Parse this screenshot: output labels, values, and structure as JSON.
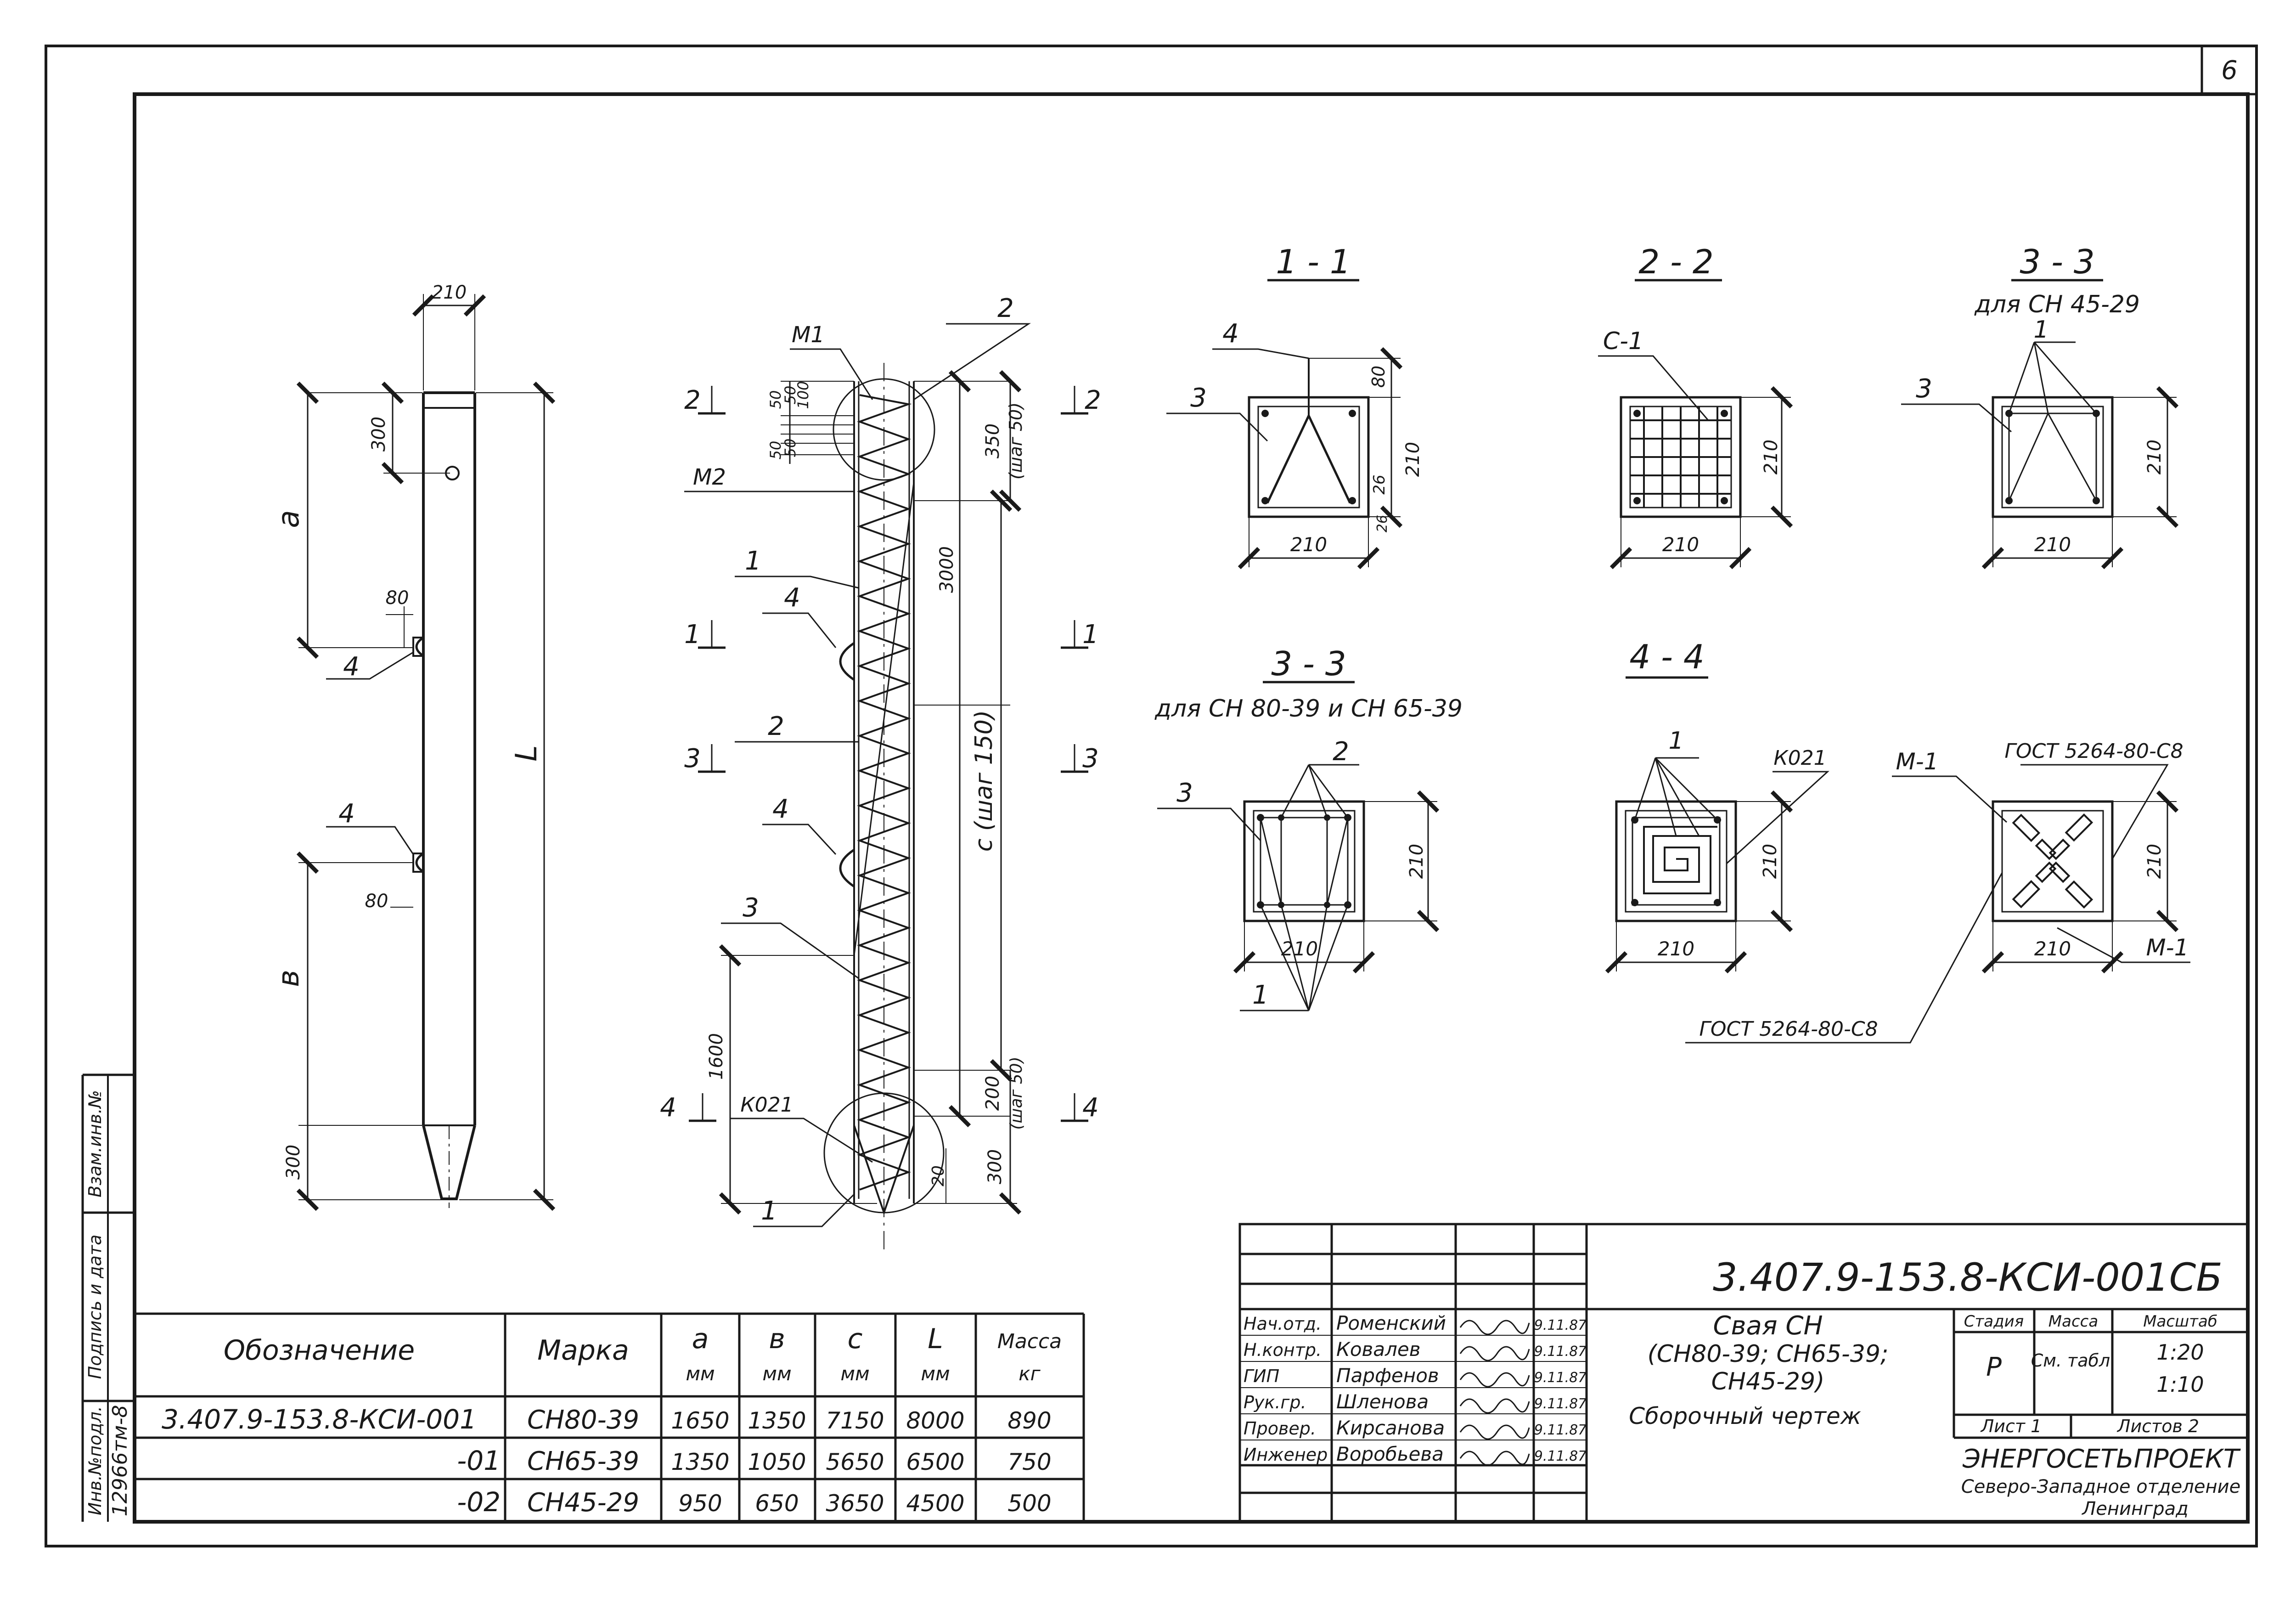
{
  "sheet": {
    "page_number": "6",
    "sections": {
      "s11": {
        "title": "1 - 1"
      },
      "s22": {
        "title": "2 - 2"
      },
      "s33a": {
        "title": "3 - 3",
        "subtitle": "для СН 45-29"
      },
      "s33b": {
        "title": "3 - 3",
        "subtitle": "для СН 80-39 и СН 65-39"
      },
      "s44": {
        "title": "4 - 4"
      }
    },
    "elevation": {
      "dim_width": "210",
      "dim_top": "300",
      "dim_a": "a",
      "dim_b": "в",
      "dim_L": "L",
      "dim_80_top": "80",
      "dim_80_bot": "80",
      "dim_300_tip": "300",
      "mark_4_top": "4",
      "mark_4_bot": "4"
    },
    "reinforcement": {
      "label_M1": "М1",
      "label_M2": "М2",
      "label_K021": "К021",
      "pos_1_top": "1",
      "pos_1_bot": "1",
      "pos_2_top": "2",
      "pos_2_mid": "2",
      "pos_3": "3",
      "pos_4_top": "4",
      "pos_4_mid": "4",
      "dims_top_stack": [
        "50",
        "50",
        "100",
        "50",
        "50"
      ],
      "dim_350": "350",
      "dim_step50_top": "(шаг 50)",
      "dim_3000": "3000",
      "dim_c_step150": "с (шаг 150)",
      "dim_1600": "1600",
      "dim_200": "200",
      "dim_step50_bot": "(шаг 50)",
      "dim_300": "300",
      "dim_20": "20",
      "cut_labels": [
        "2",
        "2",
        "1",
        "1",
        "3",
        "3",
        "4",
        "4"
      ]
    },
    "section_labels": {
      "s11_pos4": "4",
      "s11_pos3": "3",
      "s11_dim_80": "80",
      "s11_dim_26": "26",
      "s11_dim_26b": "26",
      "s11_dim_210v": "210",
      "s11_dim_210h": "210",
      "s22_c1": "С-1",
      "s22_dim_210v": "210",
      "s22_dim_210h": "210",
      "s33a_pos1": "1",
      "s33a_pos3": "3",
      "s33a_dim_210v": "210",
      "s33a_dim_210h": "210",
      "s33b_pos2": "2",
      "s33b_pos3": "3",
      "s33b_pos1": "1",
      "s33b_dim_210v": "210",
      "s33b_dim_210h": "210",
      "s44_pos1": "1",
      "s44_k021": "К021",
      "s44_dim_210v": "210",
      "s44_dim_210h": "210",
      "s5_m1_top": "М-1",
      "s5_m1_bot": "М-1",
      "s5_gost_top": "ГОСТ 5264-80-С8",
      "s5_gost_bot": "ГОСТ 5264-80-С8",
      "s5_dim_210v": "210",
      "s5_dim_210h": "210"
    },
    "side_stamp": {
      "labels": [
        "Взам.инв.№",
        "Подпись и дата",
        "Инв.№подл."
      ],
      "inv_number": "12966тм-8"
    },
    "spec_table": {
      "headers": [
        {
          "main": "Обозначение",
          "unit": ""
        },
        {
          "main": "Марка",
          "unit": ""
        },
        {
          "main": "a",
          "unit": "мм"
        },
        {
          "main": "в",
          "unit": "мм"
        },
        {
          "main": "с",
          "unit": "мм"
        },
        {
          "main": "L",
          "unit": "мм"
        },
        {
          "main": "Масса",
          "unit": "кг"
        }
      ],
      "rows": [
        [
          "3.407.9-153.8-КСИ-001",
          "СН80-39",
          "1650",
          "1350",
          "7150",
          "8000",
          "890"
        ],
        [
          "-01",
          "СН65-39",
          "1350",
          "1050",
          "5650",
          "6500",
          "750"
        ],
        [
          "-02",
          "СН45-29",
          "950",
          "650",
          "3650",
          "4500",
          "500"
        ]
      ]
    },
    "title_block": {
      "doc_code": "3.407.9-153.8-КСИ-001СБ",
      "item_title": [
        "Свая СН",
        "(СН80-39; СН65-39;",
        "СН45-29)"
      ],
      "drawing_type": "Сборочный чертеж",
      "roles": [
        {
          "role": "Нач.отд.",
          "name": "Роменский",
          "date": "9.11.87"
        },
        {
          "role": "Н.контр.",
          "name": "Ковалев",
          "date": "9.11.87"
        },
        {
          "role": "ГИП",
          "name": "Парфенов",
          "date": "9.11.87"
        },
        {
          "role": "Рук.гр.",
          "name": "Шленова",
          "date": "9.11.87"
        },
        {
          "role": "Провер.",
          "name": "Кирсанова",
          "date": "9.11.87"
        },
        {
          "role": "Инженер",
          "name": "Воробьева",
          "date": "9.11.87"
        }
      ],
      "stage_header": "Стадия",
      "mass_header": "Масса",
      "scale_header": "Масштаб",
      "stage": "Р",
      "mass": "См. табл.",
      "scale_1": "1:20",
      "scale_2": "1:10",
      "sheet_label": "Лист 1",
      "sheets_label": "Листов 2",
      "org_name": "ЭНЕРГОСЕТЬПРОЕКТ",
      "org_division": "Северо-Западное отделение",
      "org_city": "Ленинград"
    }
  }
}
